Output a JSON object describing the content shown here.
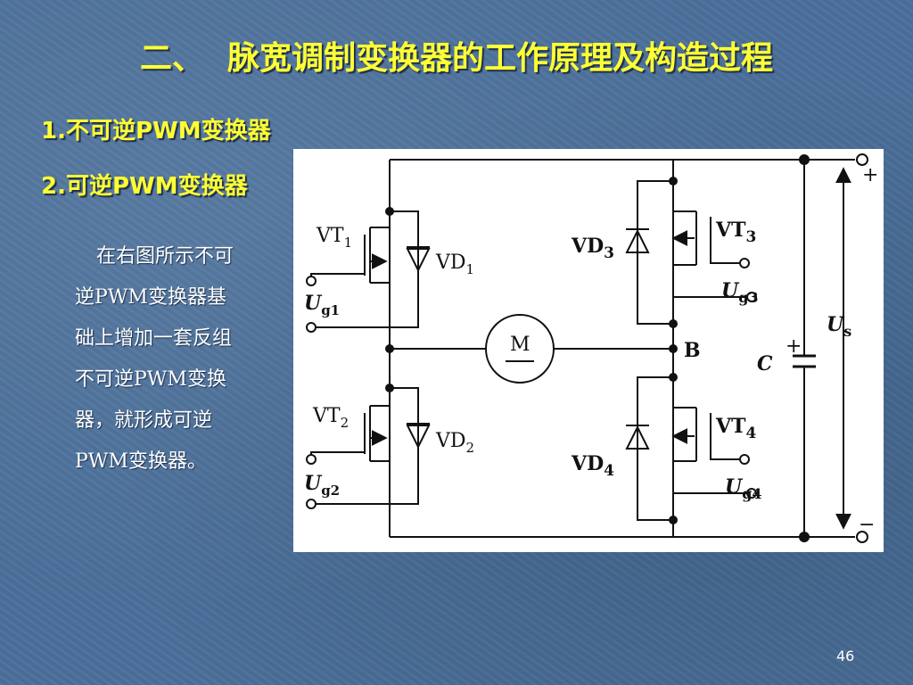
{
  "slide": {
    "title_seq": "二、",
    "title_text": "脉宽调制变换器的工作原理及构造过程",
    "items": [
      {
        "label": "1.不可逆PWM变换器"
      },
      {
        "label": "2.可逆PWM变换器"
      }
    ],
    "description_lines": [
      "在右图所示不可",
      "逆PWM变换器基",
      "础上增加一套反组",
      "不可逆PWM变换",
      "器，就形成可逆",
      "PWM变换器。"
    ],
    "page_number": "46"
  },
  "circuit": {
    "motor": "M",
    "node_b": "B",
    "capacitor": "C",
    "supply": "U",
    "supply_sub": "s",
    "plus": "+",
    "minus": "−",
    "cap_plus": "+",
    "vt1": "VT",
    "vt1_sub": "1",
    "vt2": "VT",
    "vt2_sub": "2",
    "vt3": "VT",
    "vt3_sub": "3",
    "vt4": "VT",
    "vt4_sub": "4",
    "vd1": "VD",
    "vd1_sub": "1",
    "vd2": "VD",
    "vd2_sub": "2",
    "vd3": "VD",
    "vd3_sub": "3",
    "vd4": "VD",
    "vd4_sub": "4",
    "ug1": "U",
    "ug1_sub": "g1",
    "ug2": "U",
    "ug2_sub": "g2",
    "ug3": "U",
    "ug3_sub": "g3",
    "ug4": "U",
    "ug4_sub": "g4"
  }
}
